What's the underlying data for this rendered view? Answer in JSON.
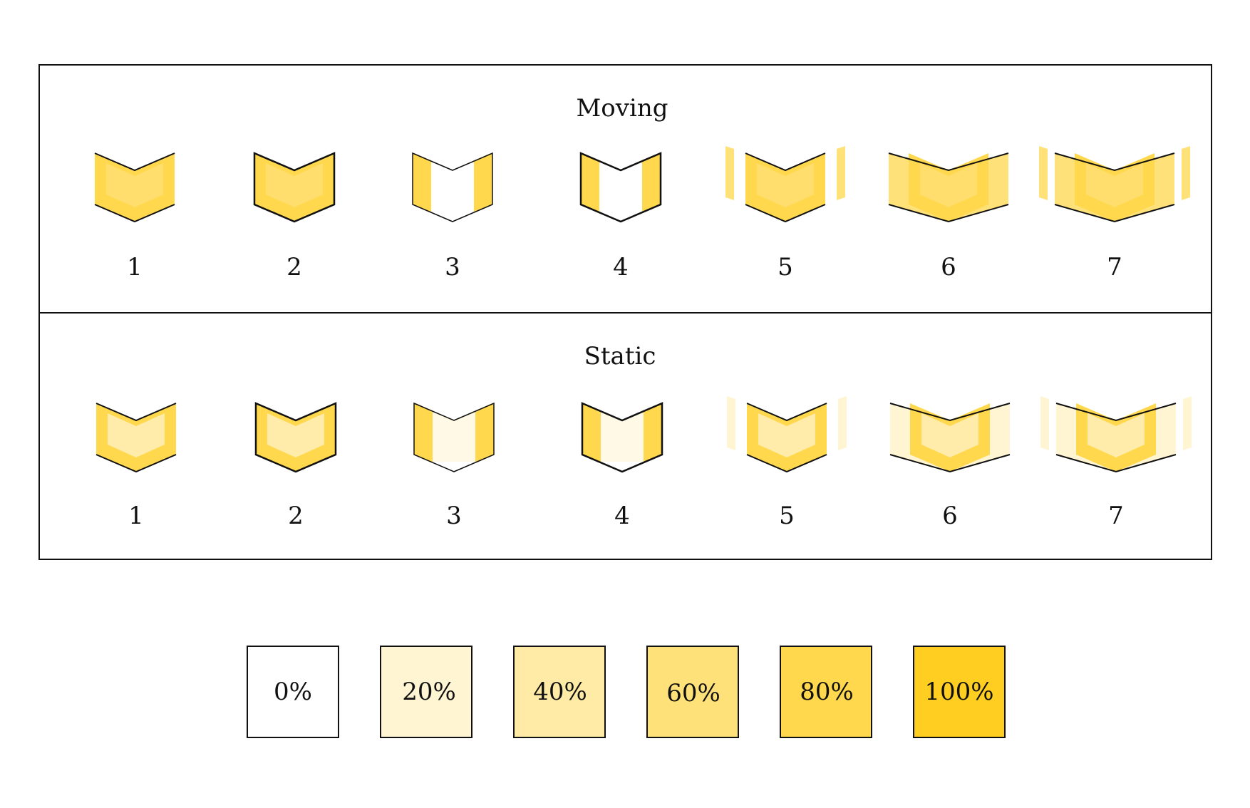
{
  "panels": [
    {
      "title": "Moving",
      "items": [
        {
          "label": "1",
          "variant": "plain"
        },
        {
          "label": "2",
          "variant": "outlined"
        },
        {
          "label": "3",
          "variant": "split"
        },
        {
          "label": "4",
          "variant": "split-outlined"
        },
        {
          "label": "5",
          "variant": "side-strips"
        },
        {
          "label": "6",
          "variant": "wide"
        },
        {
          "label": "7",
          "variant": "wide-strips"
        }
      ]
    },
    {
      "title": "Static",
      "items": [
        {
          "label": "1",
          "variant": "plain"
        },
        {
          "label": "2",
          "variant": "outlined"
        },
        {
          "label": "3",
          "variant": "split"
        },
        {
          "label": "4",
          "variant": "split-outlined"
        },
        {
          "label": "5",
          "variant": "side-strips"
        },
        {
          "label": "6",
          "variant": "wide"
        },
        {
          "label": "7",
          "variant": "wide-strips"
        }
      ]
    }
  ],
  "legend": [
    {
      "label": "0%",
      "value": 0,
      "color": "#ffffff"
    },
    {
      "label": "20%",
      "value": 20,
      "color": "#fff5d3"
    },
    {
      "label": "40%",
      "value": 40,
      "color": "#ffeba5"
    },
    {
      "label": "60%",
      "value": 60,
      "color": "#ffe17a"
    },
    {
      "label": "80%",
      "value": 80,
      "color": "#ffd84d"
    },
    {
      "label": "100%",
      "value": 100,
      "color": "#ffce21"
    }
  ],
  "colors": {
    "outline": "#111111",
    "fill_moving": "#ffd84d",
    "fill_moving_center": "#ffe17a",
    "fill_static": "#ffd84d",
    "fill_static_center": "#fff5d3"
  }
}
